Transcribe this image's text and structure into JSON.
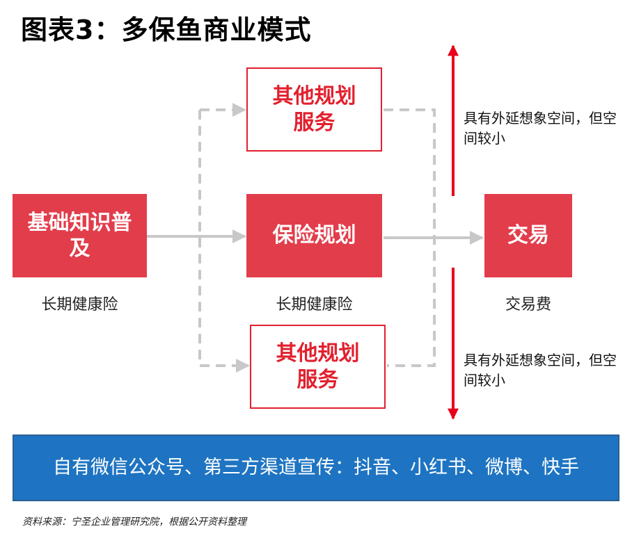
{
  "title": "图表3：多保鱼商业模式",
  "nodes": {
    "foundation": {
      "label": "基础知识普及",
      "caption": "长期健康险"
    },
    "other_top": {
      "label": "其他规划服务"
    },
    "planning": {
      "label": "保险规划",
      "caption": "长期健康险"
    },
    "other_bottom": {
      "label": "其他规划服务"
    },
    "trade": {
      "label": "交易",
      "caption": "交易费"
    }
  },
  "notes": {
    "upper": "具有外延想象空间，但空间较小",
    "lower": "具有外延想象空间，但空间较小"
  },
  "banner": "自有微信公众号、第三方渠道宣传：抖音、小红书、微博、快手",
  "source": "资料来源：宁圣企业管理研究院，根据公开资料整理",
  "colors": {
    "accent_red": "#e23d4b",
    "arrow_red": "#e8001c",
    "banner_blue": "#1e74c2",
    "dash_gray": "#c8c8c8"
  }
}
